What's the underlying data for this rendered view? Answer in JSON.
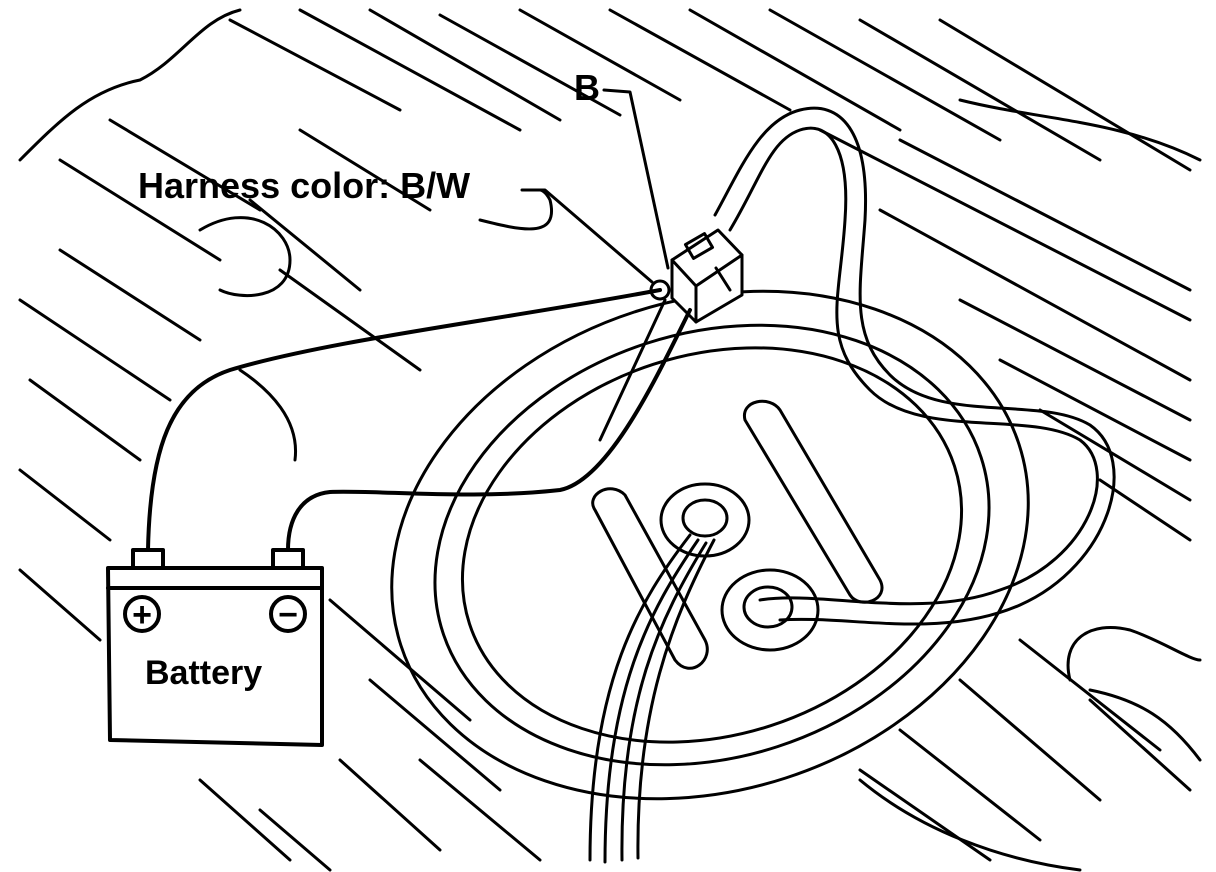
{
  "labels": {
    "connector": "B",
    "harness_color": "Harness color:  B/W",
    "battery": "Battery"
  },
  "battery": {
    "positive_symbol": "+",
    "negative_symbol": "−"
  },
  "colors": {
    "ink": "#000000",
    "background": "#ffffff"
  }
}
